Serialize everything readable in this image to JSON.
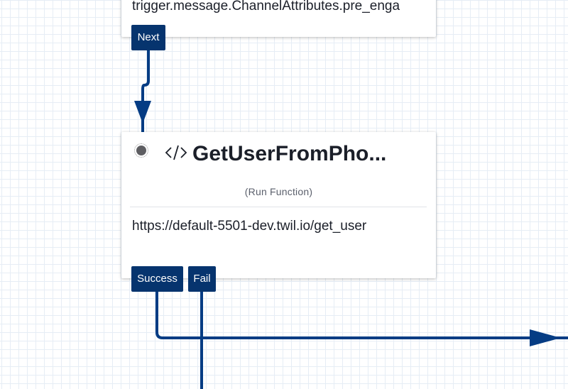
{
  "top_widget": {
    "expression": "trigger.message.ChannelAttributes.pre_enga",
    "transitions": [
      {
        "label": "Next"
      }
    ]
  },
  "main_widget": {
    "icon": "code-icon",
    "title": "GetUserFromPho...",
    "subtitle": "(Run Function)",
    "url": "https://default-5501-dev.twil.io/get_user",
    "transitions": [
      {
        "label": "Success"
      },
      {
        "label": "Fail"
      }
    ]
  },
  "colors": {
    "connector": "#053c84",
    "button": "#06346e",
    "grid": "#e6edf5",
    "input_dot": "#5e5e62"
  }
}
